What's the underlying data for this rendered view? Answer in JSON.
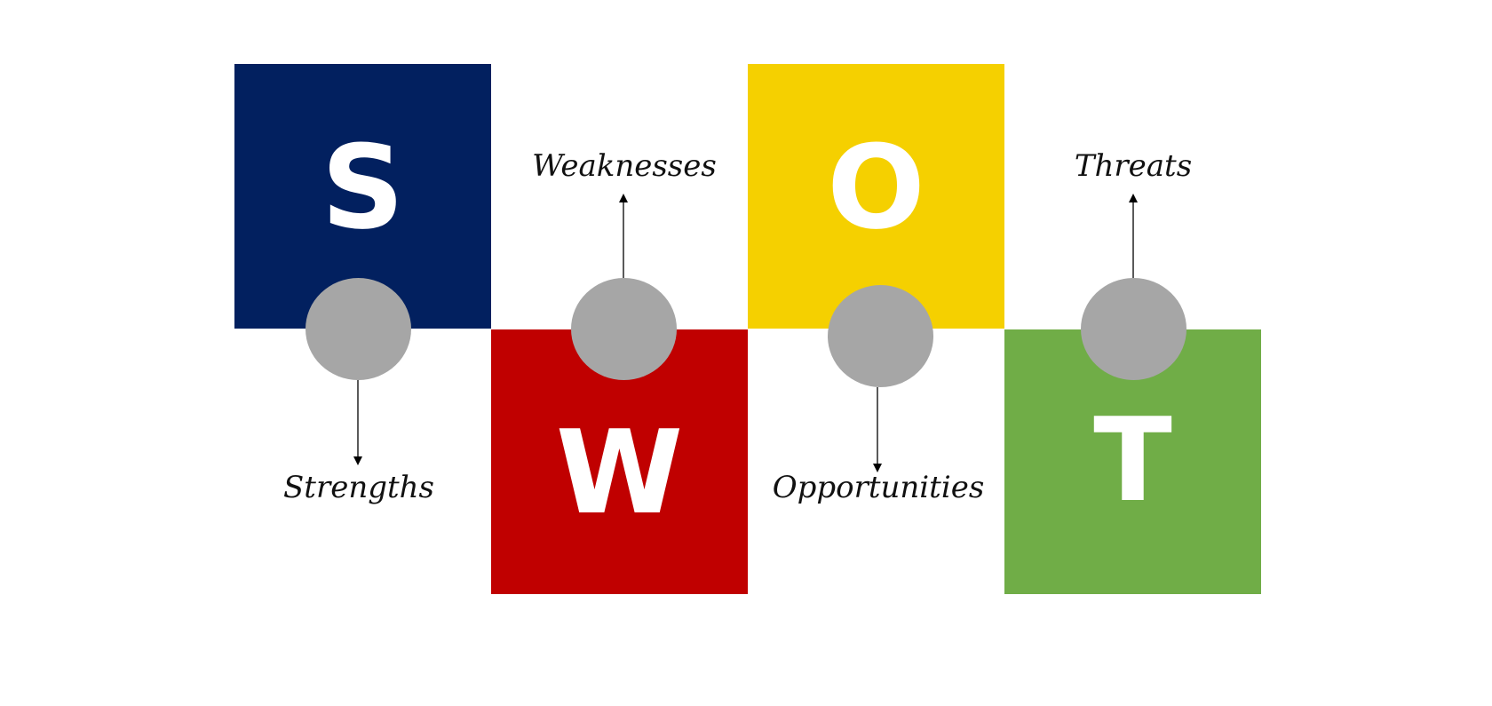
{
  "swot": {
    "items": [
      {
        "letter": "S",
        "label": "Strengths",
        "color": "#02205f"
      },
      {
        "letter": "W",
        "label": "Weaknesses",
        "color": "#c00000"
      },
      {
        "letter": "O",
        "label": "Opportunities",
        "color": "#f5d000"
      },
      {
        "letter": "T",
        "label": "Threats",
        "color": "#70ad47"
      }
    ],
    "connector_color": "#a6a6a6"
  }
}
